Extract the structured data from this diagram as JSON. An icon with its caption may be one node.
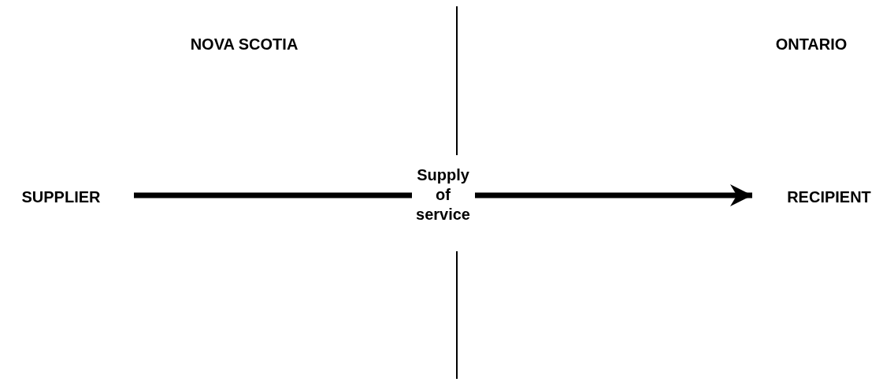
{
  "diagram": {
    "nodes": [
      {
        "text": [
          "SUPPLIER"
        ]
      },
      {
        "text": [
          "RECIPIENT"
        ]
      }
    ],
    "edges": [
      {
        "from": 0,
        "to": 1,
        "arrow": "to",
        "label": "Supply of service"
      }
    ],
    "labels": [
      "NOVA SCOTIA",
      "ONTARIO"
    ]
  }
}
